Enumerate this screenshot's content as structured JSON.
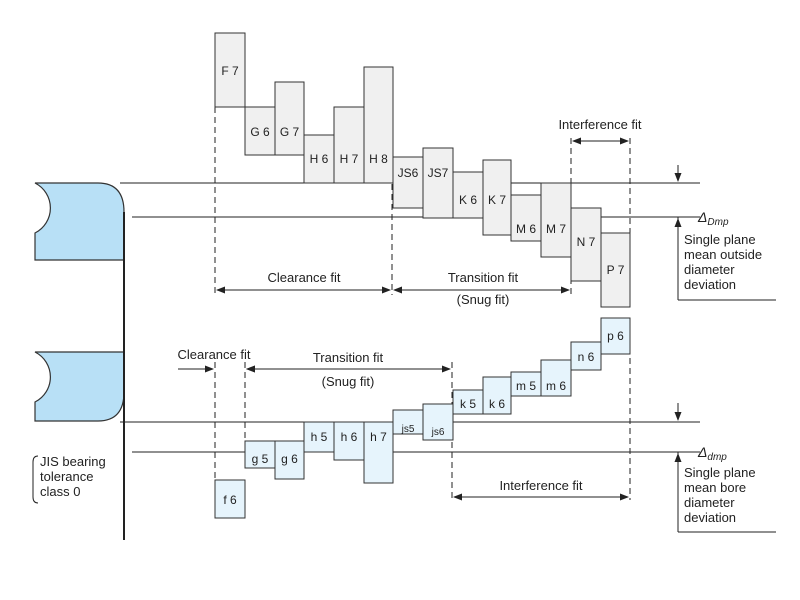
{
  "colors": {
    "housing_fill": "#f0f0f0",
    "shaft_fill": "#e6f4fc",
    "bearing_fill": "#b8e0f6",
    "stroke": "#333333",
    "line": "#222222"
  },
  "housing": {
    "labels": [
      "F 7",
      "G 6",
      "G 7",
      "H 6",
      "H 7",
      "H 8",
      "JS6",
      "JS7",
      "K 6",
      "K 7",
      "M 6",
      "M 7",
      "N 7",
      "P 7"
    ],
    "ranges": {
      "clearance": "Clearance fit",
      "transition": "Transition fit",
      "transition_sub": "(Snug fit)",
      "interference": "Interference fit"
    },
    "deviation": {
      "symbol": "Δ",
      "subscript": "Dmp",
      "lines": [
        "Single plane",
        "mean outside",
        "diameter",
        "deviation"
      ]
    }
  },
  "shaft": {
    "labels": [
      "f 6",
      "g 5",
      "g 6",
      "h 5",
      "h 6",
      "h 7",
      "js5",
      "js6",
      "k 5",
      "k 6",
      "m 5",
      "m 6",
      "n 6",
      "p 6"
    ],
    "ranges": {
      "clearance": "Clearance fit",
      "transition": "Transition fit",
      "transition_sub": "(Snug fit)",
      "interference": "Interference fit"
    },
    "deviation": {
      "symbol": "Δ",
      "subscript": "dmp",
      "lines": [
        "Single plane",
        "mean bore",
        "diameter",
        "deviation"
      ]
    }
  },
  "bearing_class": [
    "JIS bearing",
    "tolerance",
    "class 0"
  ]
}
